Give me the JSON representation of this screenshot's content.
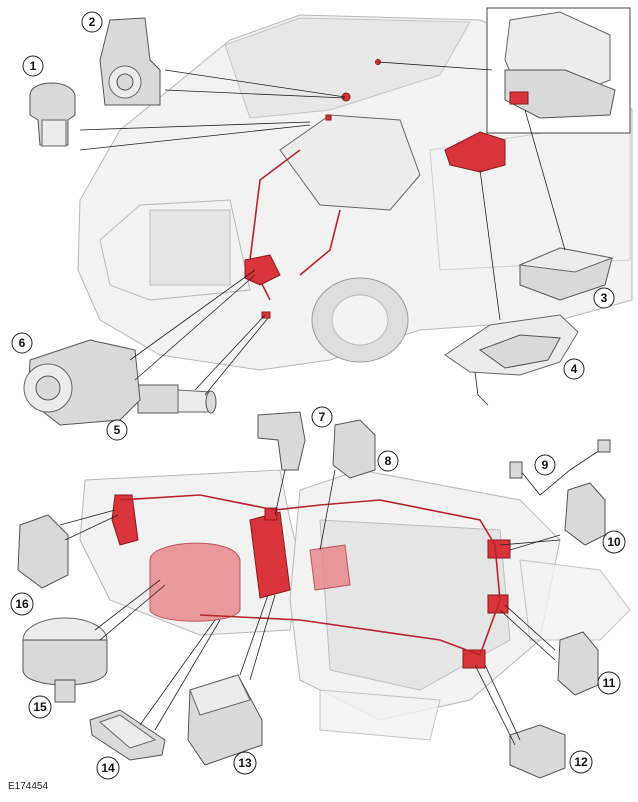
{
  "figure_id": "E174454",
  "callouts": [
    {
      "id": "1",
      "label": "1"
    },
    {
      "id": "2",
      "label": "2"
    },
    {
      "id": "3",
      "label": "3"
    },
    {
      "id": "4",
      "label": "4"
    },
    {
      "id": "5",
      "label": "5"
    },
    {
      "id": "6",
      "label": "6"
    },
    {
      "id": "7",
      "label": "7"
    },
    {
      "id": "8",
      "label": "8"
    },
    {
      "id": "9",
      "label": "9"
    },
    {
      "id": "10",
      "label": "10"
    },
    {
      "id": "11",
      "label": "11"
    },
    {
      "id": "12",
      "label": "12"
    },
    {
      "id": "13",
      "label": "13"
    },
    {
      "id": "14",
      "label": "14"
    },
    {
      "id": "15",
      "label": "15"
    },
    {
      "id": "16",
      "label": "16"
    }
  ],
  "colors": {
    "highlight": "#d9343a",
    "ghost": "#f2f2f2",
    "outline": "#222222"
  }
}
